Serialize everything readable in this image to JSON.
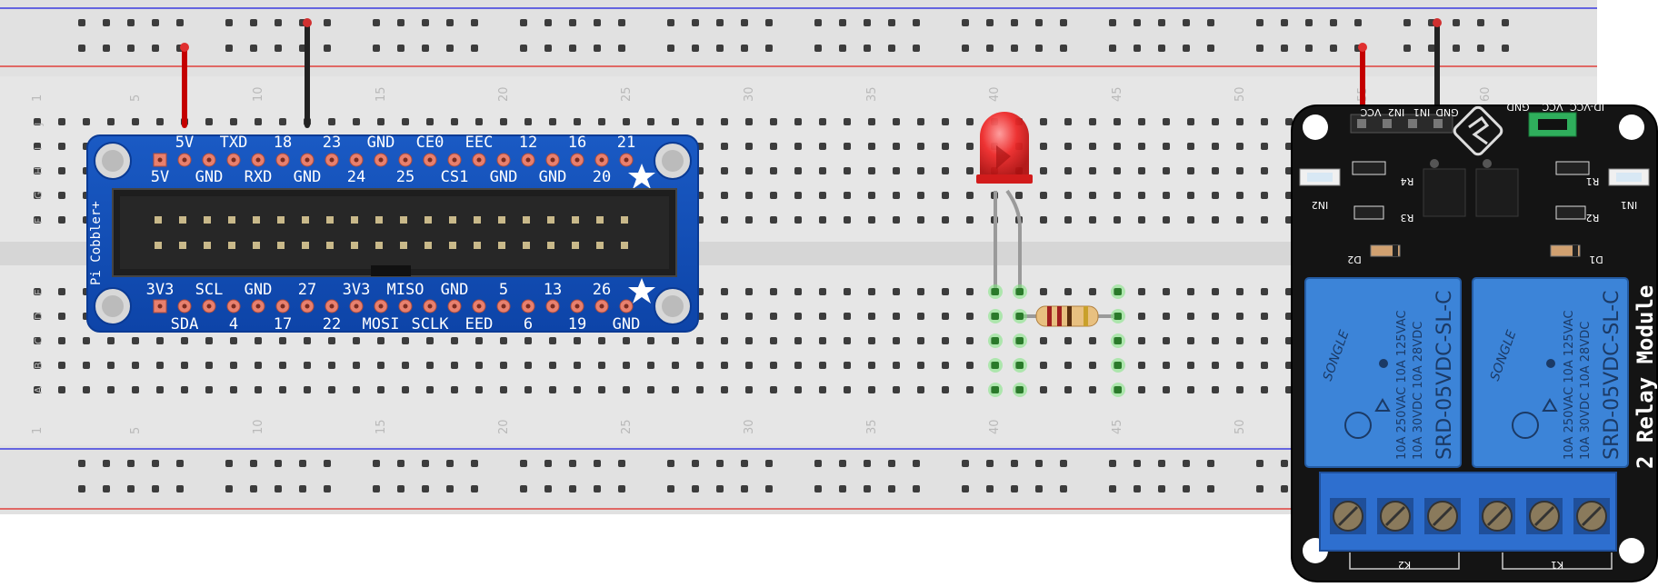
{
  "breadboard": {
    "column_numbers": [
      "1",
      "5",
      "10",
      "15",
      "20",
      "25",
      "30",
      "35",
      "40",
      "45",
      "50",
      "55",
      "60"
    ],
    "top_row_letters": [
      "J",
      "I",
      "H",
      "G",
      "F"
    ],
    "bottom_row_letters": [
      "E",
      "D",
      "C",
      "B",
      "A"
    ],
    "colors": {
      "body": "#e6e6e6",
      "hole": "#3c3c3c",
      "rail_red": "#e0403c",
      "rail_blue": "#3c3ce0"
    }
  },
  "cobbler": {
    "title": "Pi Cobbler+",
    "top_outer": [
      "5V",
      "TXD",
      "18",
      "23",
      "GND",
      "CE0",
      "EEC",
      "12",
      "16",
      "21"
    ],
    "top_inner": [
      "5V",
      "GND",
      "RXD",
      "GND",
      "24",
      "25",
      "CS1",
      "GND",
      "GND",
      "20"
    ],
    "bottom_inner": [
      "3V3",
      "SCL",
      "GND",
      "27",
      "3V3",
      "MISO",
      "GND",
      "5",
      "13",
      "26"
    ],
    "bottom_outer": [
      "SDA",
      "4",
      "17",
      "22",
      "MOSI",
      "SCLK",
      "EED",
      "6",
      "19",
      "GND"
    ],
    "colors": {
      "board": "#1450b4",
      "pad": "#e8806e"
    }
  },
  "led": {
    "color": "#e81e1e"
  },
  "resistor": {
    "color": "#e8c080"
  },
  "relay": {
    "title": "2 Relay Module",
    "header_labels": [
      "VCC",
      "IN2",
      "IN1",
      "GND"
    ],
    "jumper_labels": [
      "GND",
      "VCC",
      "JD-VCC"
    ],
    "leds": [
      "IN2",
      "IN1"
    ],
    "parts": [
      "R4",
      "R3",
      "R1",
      "R2",
      "D2",
      "D1"
    ],
    "relay_brand": "SONGLE",
    "relay_model": "SRD-05VDC-SL-C",
    "relay_ratings": [
      "10A 250VAC 10A 125VAC",
      "10A 30VDC 10A 28VDC"
    ],
    "terminal_labels": [
      "K2",
      "K1"
    ],
    "colors": {
      "pcb": "#141414",
      "relay_blue": "#3c84d8",
      "terminal": "#2e6fcf"
    }
  }
}
